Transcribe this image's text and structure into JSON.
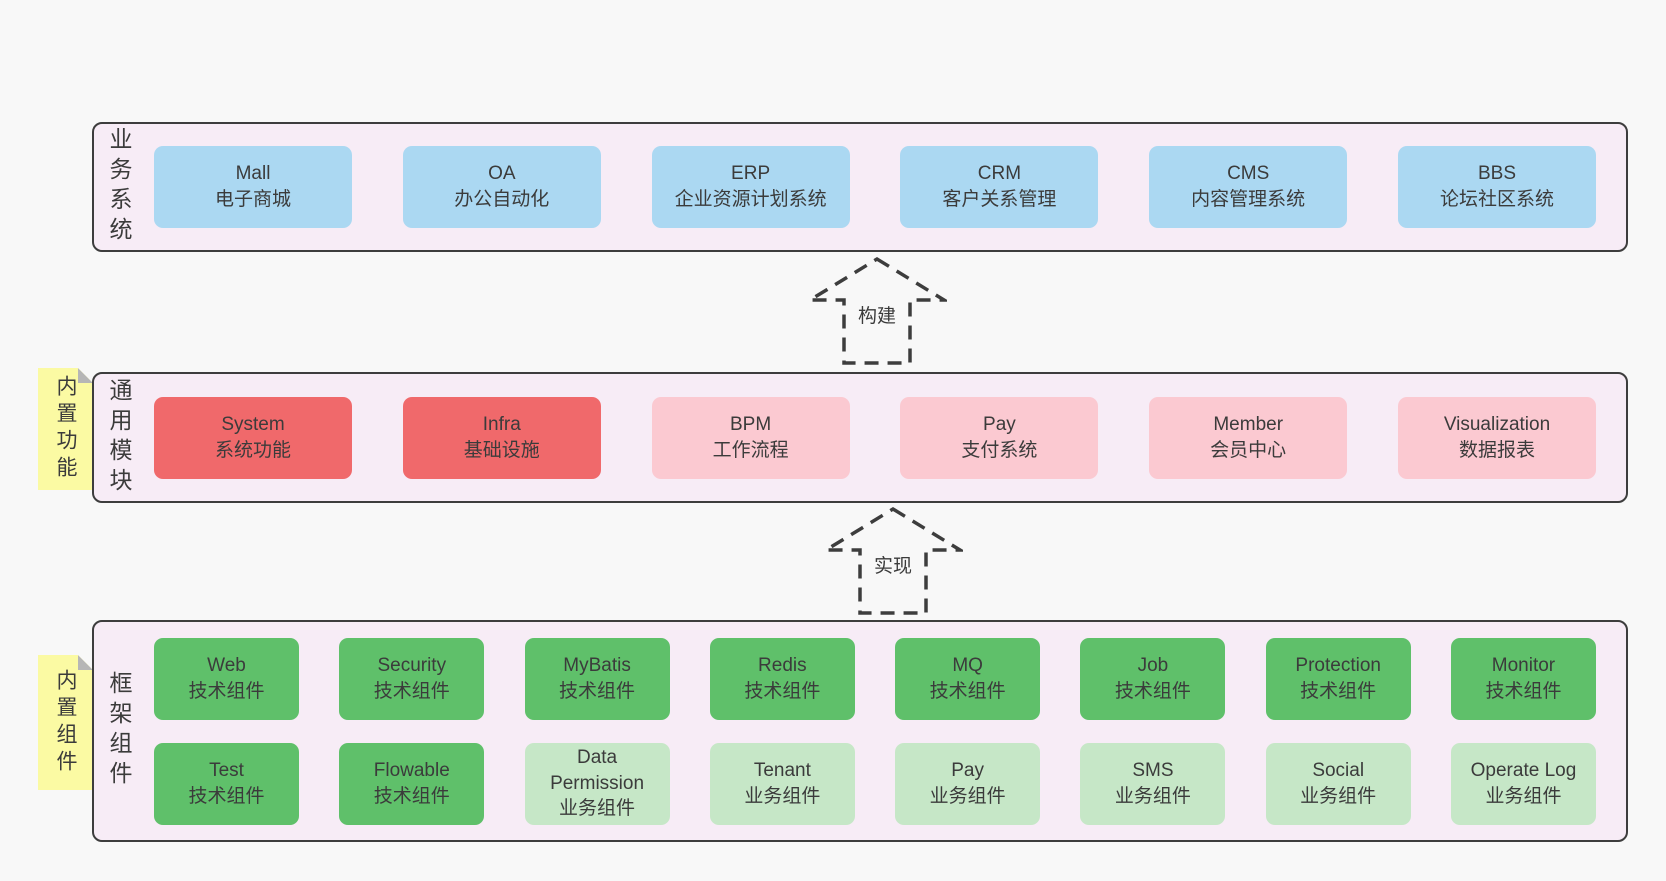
{
  "colors": {
    "page_bg": "#f8f8f8",
    "band_bg": "#f7ecf6",
    "band_border": "#3d3d3d",
    "text": "#3b3b3b",
    "sticky_bg": "#fbfaa3",
    "sticky_fold": "#b6b6b6",
    "blue": "#abd8f2",
    "red": "#f0696b",
    "pink": "#fbc9d1",
    "green": "#5fc06a",
    "lightgreen": "#c6e7c7"
  },
  "arrows": [
    {
      "label": "构建"
    },
    {
      "label": "实现"
    }
  ],
  "bands": [
    {
      "side_label": "业务系统",
      "rows": [
        [
          {
            "title": "Mall",
            "subtitle": "电子商城",
            "variant": "blue"
          },
          {
            "title": "OA",
            "subtitle": "办公自动化",
            "variant": "blue"
          },
          {
            "title": "ERP",
            "subtitle": "企业资源计划系统",
            "variant": "blue"
          },
          {
            "title": "CRM",
            "subtitle": "客户关系管理",
            "variant": "blue"
          },
          {
            "title": "CMS",
            "subtitle": "内容管理系统",
            "variant": "blue"
          },
          {
            "title": "BBS",
            "subtitle": "论坛社区系统",
            "variant": "blue"
          }
        ]
      ]
    },
    {
      "side_label": "通用模块",
      "sticky_label": "内置功能",
      "rows": [
        [
          {
            "title": "System",
            "subtitle": "系统功能",
            "variant": "red"
          },
          {
            "title": "Infra",
            "subtitle": "基础设施",
            "variant": "red"
          },
          {
            "title": "BPM",
            "subtitle": "工作流程",
            "variant": "pink"
          },
          {
            "title": "Pay",
            "subtitle": "支付系统",
            "variant": "pink"
          },
          {
            "title": "Member",
            "subtitle": "会员中心",
            "variant": "pink"
          },
          {
            "title": "Visualization",
            "subtitle": "数据报表",
            "variant": "pink"
          }
        ]
      ]
    },
    {
      "side_label": "框架组件",
      "sticky_label": "内置组件",
      "rows": [
        [
          {
            "title": "Web",
            "subtitle": "技术组件",
            "variant": "green"
          },
          {
            "title": "Security",
            "subtitle": "技术组件",
            "variant": "green"
          },
          {
            "title": "MyBatis",
            "subtitle": "技术组件",
            "variant": "green"
          },
          {
            "title": "Redis",
            "subtitle": "技术组件",
            "variant": "green"
          },
          {
            "title": "MQ",
            "subtitle": "技术组件",
            "variant": "green"
          },
          {
            "title": "Job",
            "subtitle": "技术组件",
            "variant": "green"
          },
          {
            "title": "Protection",
            "subtitle": "技术组件",
            "variant": "green"
          },
          {
            "title": "Monitor",
            "subtitle": "技术组件",
            "variant": "green"
          }
        ],
        [
          {
            "title": "Test",
            "subtitle": "技术组件",
            "variant": "green"
          },
          {
            "title": "Flowable",
            "subtitle": "技术组件",
            "variant": "green"
          },
          {
            "title": "Data Permission",
            "subtitle": "业务组件",
            "variant": "lightgreen"
          },
          {
            "title": "Tenant",
            "subtitle": "业务组件",
            "variant": "lightgreen"
          },
          {
            "title": "Pay",
            "subtitle": "业务组件",
            "variant": "lightgreen"
          },
          {
            "title": "SMS",
            "subtitle": "业务组件",
            "variant": "lightgreen"
          },
          {
            "title": "Social",
            "subtitle": "业务组件",
            "variant": "lightgreen"
          },
          {
            "title": "Operate Log",
            "subtitle": "业务组件",
            "variant": "lightgreen"
          }
        ]
      ]
    }
  ]
}
